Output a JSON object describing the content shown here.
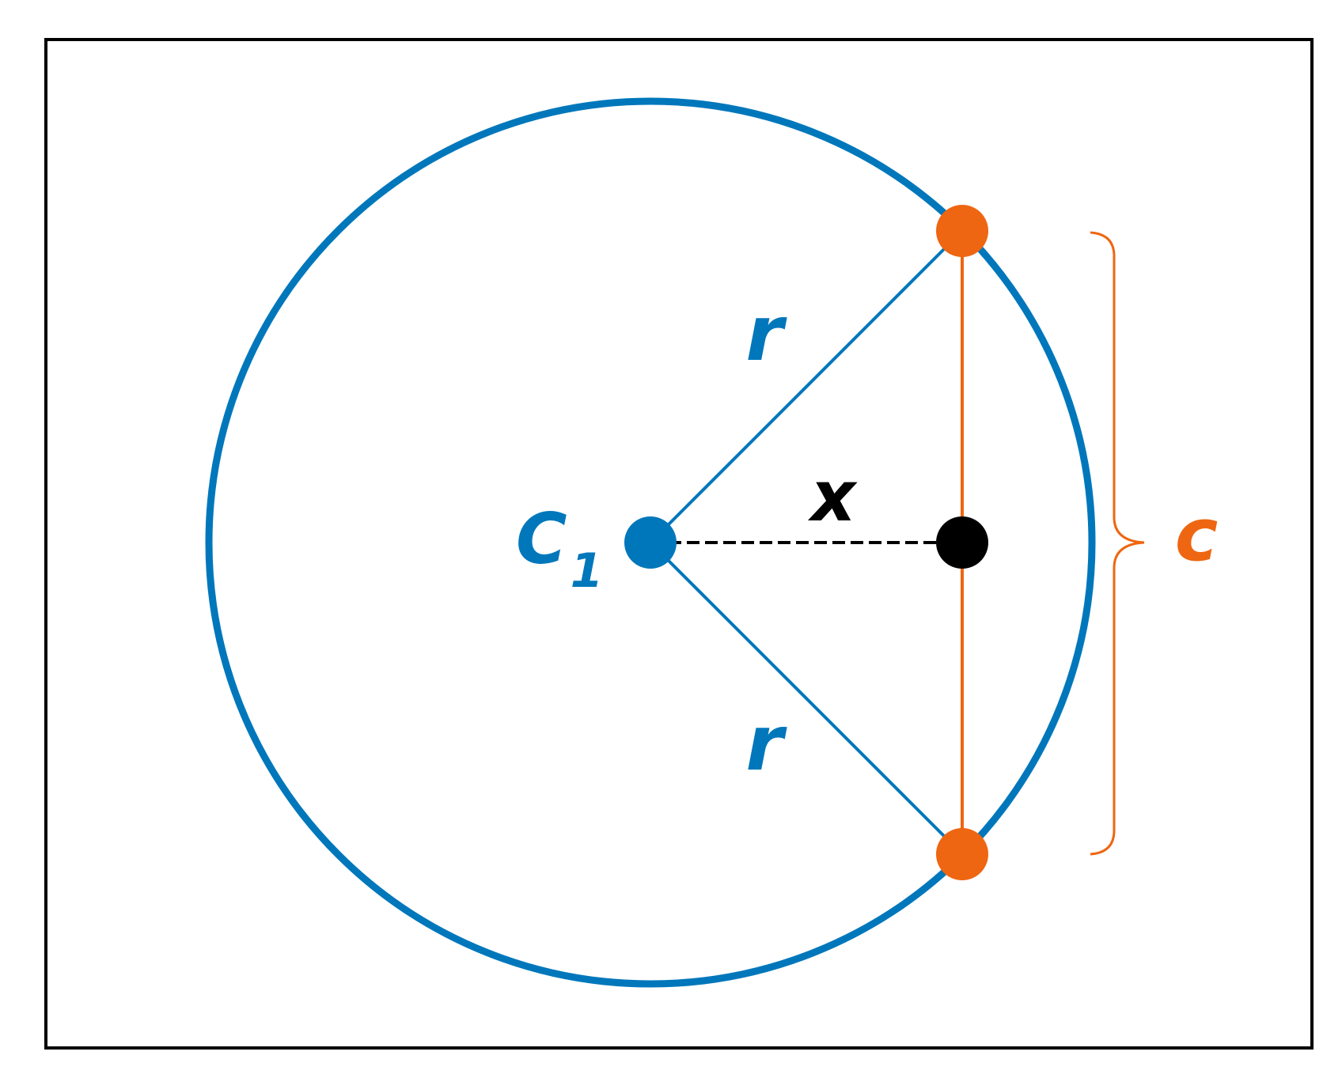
{
  "colors": {
    "blue": "#0077BB",
    "orange": "#EE6611",
    "black": "#000000",
    "background": "#FFFFFF"
  },
  "labels": {
    "center": "C",
    "center_subscript": "1",
    "radius_upper": "r",
    "radius_lower": "r",
    "distance": "x",
    "chord": "c"
  }
}
